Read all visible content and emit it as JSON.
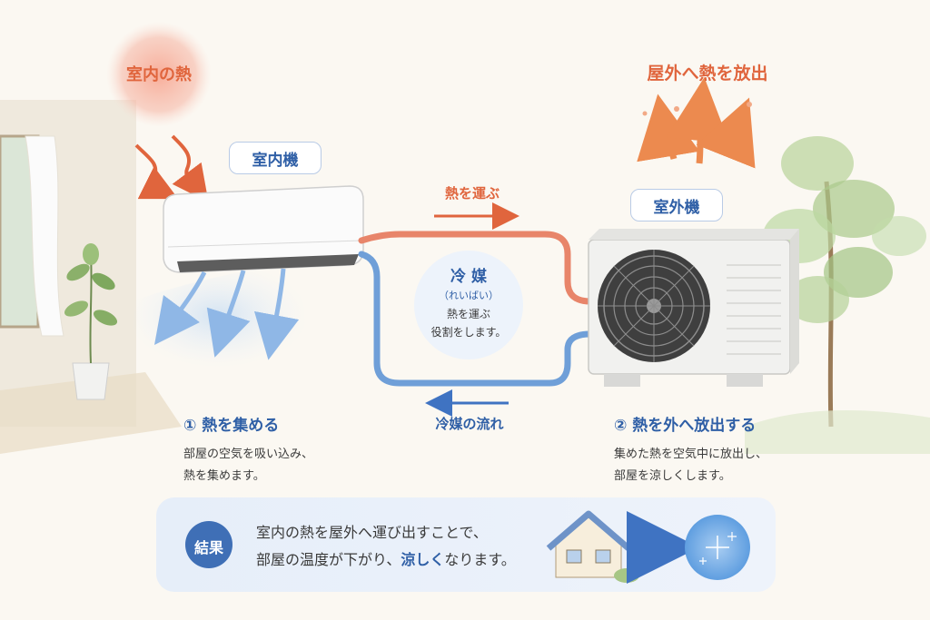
{
  "labels": {
    "indoor_heat": "室内の熱",
    "release_outside": "屋外へ熱を放出",
    "indoor_unit": "室内機",
    "outdoor_unit": "室外機",
    "carry_heat": "熱を運ぶ",
    "refrigerant_flow": "冷媒の流れ"
  },
  "refrigerant": {
    "title": "冷 媒",
    "reading": "（れいばい）",
    "line1": "熱を運ぶ",
    "line2": "役割をします。"
  },
  "step1": {
    "title": "① 熱を集める",
    "line1": "部屋の空気を吸い込み、",
    "line2": "熱を集めます。"
  },
  "step2": {
    "title": "② 熱を外へ放出する",
    "line1": "集めた熱を空気中に放出し、",
    "line2": "部屋を涼しくします。"
  },
  "result": {
    "badge": "結果",
    "line1": "室内の熱を屋外へ運び出すことで、",
    "line2_pre": "部屋の温度が下がり、",
    "line2_highlight": "涼しく",
    "line2_post": "なります。"
  },
  "colors": {
    "warm": "#e0653d",
    "cool": "#2f5fa6",
    "pipe_red": "#e8856a",
    "pipe_blue": "#6f9fd8"
  }
}
